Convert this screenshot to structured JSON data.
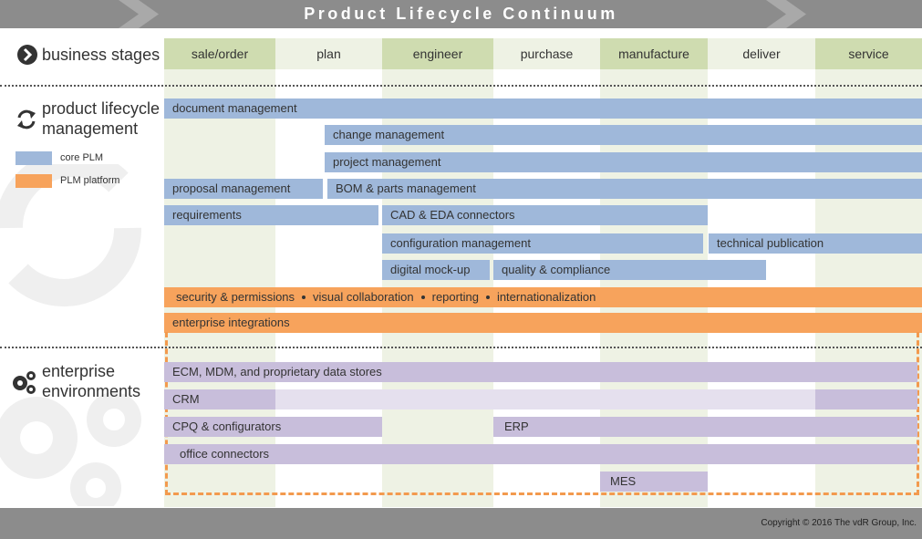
{
  "header": {
    "title": "Product Lifecycle Continuum"
  },
  "stages": [
    "sale/order",
    "plan",
    "engineer",
    "purchase",
    "manufacture",
    "deliver",
    "service"
  ],
  "sections": {
    "business": "business stages",
    "plm_line1": "product lifecycle",
    "plm_line2": "management",
    "env_line1": "enterprise",
    "env_line2": "environments"
  },
  "legend": {
    "core": "core PLM",
    "platform": "PLM platform"
  },
  "plm_bars": {
    "document_management": "document management",
    "change_management": "change management",
    "project_management": "project management",
    "proposal_management": "proposal management",
    "bom_parts": "BOM & parts management",
    "requirements": "requirements",
    "cad_eda": "CAD & EDA connectors",
    "configuration": "configuration management",
    "technical_publication": "technical publication",
    "digital_mockup": "digital mock-up",
    "quality_compliance": "quality & compliance"
  },
  "platform_bars": {
    "security": "security & permissions",
    "visual": "visual collaboration",
    "reporting": "reporting",
    "i18n": "internationalization",
    "integrations": "enterprise integrations"
  },
  "env_bars": {
    "ecm": "ECM, MDM, and proprietary data stores",
    "crm": "CRM",
    "cpq": "CPQ & configurators",
    "erp": "ERP",
    "office": "office connectors",
    "mes": "MES"
  },
  "colors": {
    "core_plm": "#9fb8da",
    "plm_platform": "#f7a35c",
    "enterprise": "#c8bedb",
    "stage_green": "#cfdcb0",
    "stripe_green": "#eef2e4",
    "header_gray": "#8c8c8c"
  },
  "footer": {
    "copyright": "Copyright ©  2016 The vdR Group, Inc."
  }
}
